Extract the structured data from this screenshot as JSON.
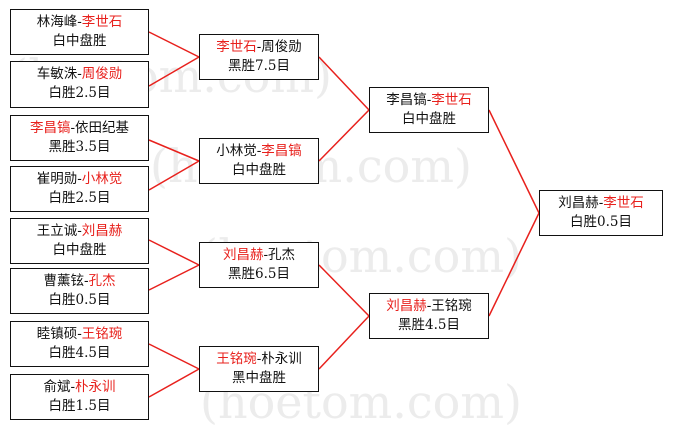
{
  "colors": {
    "highlight": "#e8211d",
    "connector": "#e8211d",
    "border": "#111111",
    "text": "#111111"
  },
  "watermark": {
    "text": "(hoetom.com)"
  },
  "bracket": {
    "round1": [
      {
        "player_a": "林海峰",
        "sep": "-",
        "player_b": "李世石",
        "winner": "b",
        "result": "白中盘胜"
      },
      {
        "player_a": "车敏洙",
        "sep": "-",
        "player_b": "周俊勋",
        "winner": "b",
        "result": "白胜2.5目"
      },
      {
        "player_a": "李昌镐",
        "sep": "-",
        "player_b": "依田纪基",
        "winner": "a",
        "result": "黑胜3.5目"
      },
      {
        "player_a": "崔明勋",
        "sep": "-",
        "player_b": "小林觉",
        "winner": "b",
        "result": "白胜2.5目"
      },
      {
        "player_a": "王立诚",
        "sep": "-",
        "player_b": "刘昌赫",
        "winner": "b",
        "result": "白中盘胜"
      },
      {
        "player_a": "曹薰铉",
        "sep": "-",
        "player_b": "孔杰",
        "winner": "b",
        "result": "白胜0.5目"
      },
      {
        "player_a": "睦镇硕",
        "sep": "-",
        "player_b": "王铭琬",
        "winner": "b",
        "result": "白胜4.5目"
      },
      {
        "player_a": "俞斌",
        "sep": "-",
        "player_b": "朴永训",
        "winner": "b",
        "result": "白胜1.5目"
      }
    ],
    "round2": [
      {
        "player_a": "李世石",
        "sep": "-",
        "player_b": "周俊勋",
        "winner": "a",
        "result": "黑胜7.5目"
      },
      {
        "player_a": "小林觉",
        "sep": "-",
        "player_b": "李昌镐",
        "winner": "b",
        "result": "白中盘胜"
      },
      {
        "player_a": "刘昌赫",
        "sep": "-",
        "player_b": "孔杰",
        "winner": "a",
        "result": "黑胜6.5目"
      },
      {
        "player_a": "王铭琬",
        "sep": "-",
        "player_b": "朴永训",
        "winner": "a",
        "result": "黑中盘胜"
      }
    ],
    "round3": [
      {
        "player_a": "李昌镐",
        "sep": "-",
        "player_b": "李世石",
        "winner": "b",
        "result": "白中盘胜"
      },
      {
        "player_a": "刘昌赫",
        "sep": "-",
        "player_b": "王铭琬",
        "winner": "a",
        "result": "黑胜4.5目"
      }
    ],
    "final": [
      {
        "player_a": "刘昌赫",
        "sep": "-",
        "player_b": "李世石",
        "winner": "b",
        "result": "白胜0.5目"
      }
    ]
  }
}
